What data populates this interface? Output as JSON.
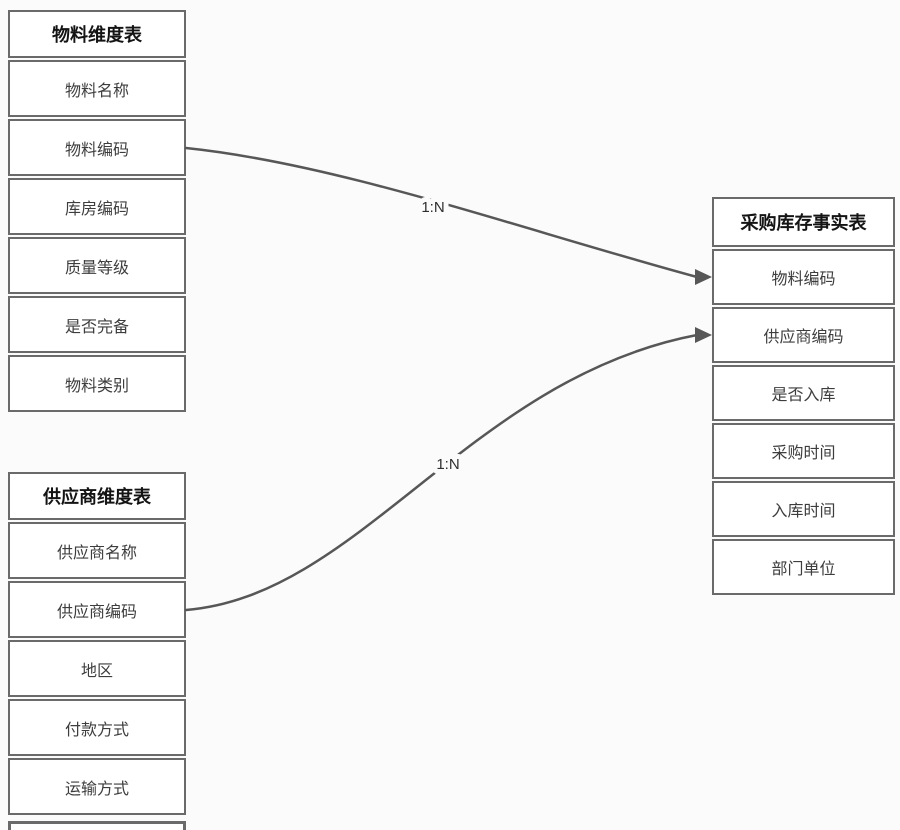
{
  "diagram": {
    "type": "er-star-schema",
    "theme": {
      "background": "#fbfbfb",
      "box_border": "#6a6a6a",
      "box_fill": "#ffffff",
      "line_color": "#575757",
      "header_text": "#141414",
      "cell_text": "#3d3d3d",
      "label_text": "#2f2f2f"
    },
    "tables": {
      "material_dimension": {
        "title": "物料维度表",
        "fields": [
          "物料名称",
          "物料编码",
          "库房编码",
          "质量等级",
          "是否完备",
          "物料类别"
        ]
      },
      "supplier_dimension": {
        "title": "供应商维度表",
        "fields": [
          "供应商名称",
          "供应商编码",
          "地区",
          "付款方式",
          "运输方式"
        ]
      },
      "purchase_inventory_fact": {
        "title": "采购库存事实表",
        "fields": [
          "物料编码",
          "供应商编码",
          "是否入库",
          "采购时间",
          "入库时间",
          "部门单位"
        ]
      }
    },
    "relations": [
      {
        "label": "1:N",
        "from_table": "物料维度表",
        "from_field": "物料编码",
        "to_table": "采购库存事实表",
        "to_field": "物料编码"
      },
      {
        "label": "1:N",
        "from_table": "供应商维度表",
        "from_field": "供应商编码",
        "to_table": "采购库存事实表",
        "to_field": "供应商编码"
      }
    ]
  }
}
